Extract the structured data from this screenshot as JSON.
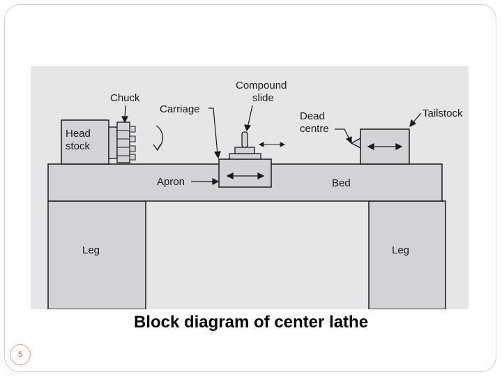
{
  "diagram": {
    "labels": {
      "chuck": "Chuck",
      "compound_slide_line1": "Compound",
      "compound_slide_line2": "slide",
      "carriage": "Carriage",
      "dead_centre_line1": "Dead",
      "dead_centre_line2": "centre",
      "tailstock": "Tailstock",
      "headstock_line1": "Head",
      "headstock_line2": "stock",
      "apron": "Apron",
      "bed": "Bed",
      "leg_left": "Leg",
      "leg_right": "Leg"
    },
    "colors": {
      "background": "#e6e6e8",
      "part_fill": "#d2d3d6",
      "stroke": "#1a1a1a"
    }
  },
  "caption": "Block diagram of center lathe",
  "page_number": "5"
}
